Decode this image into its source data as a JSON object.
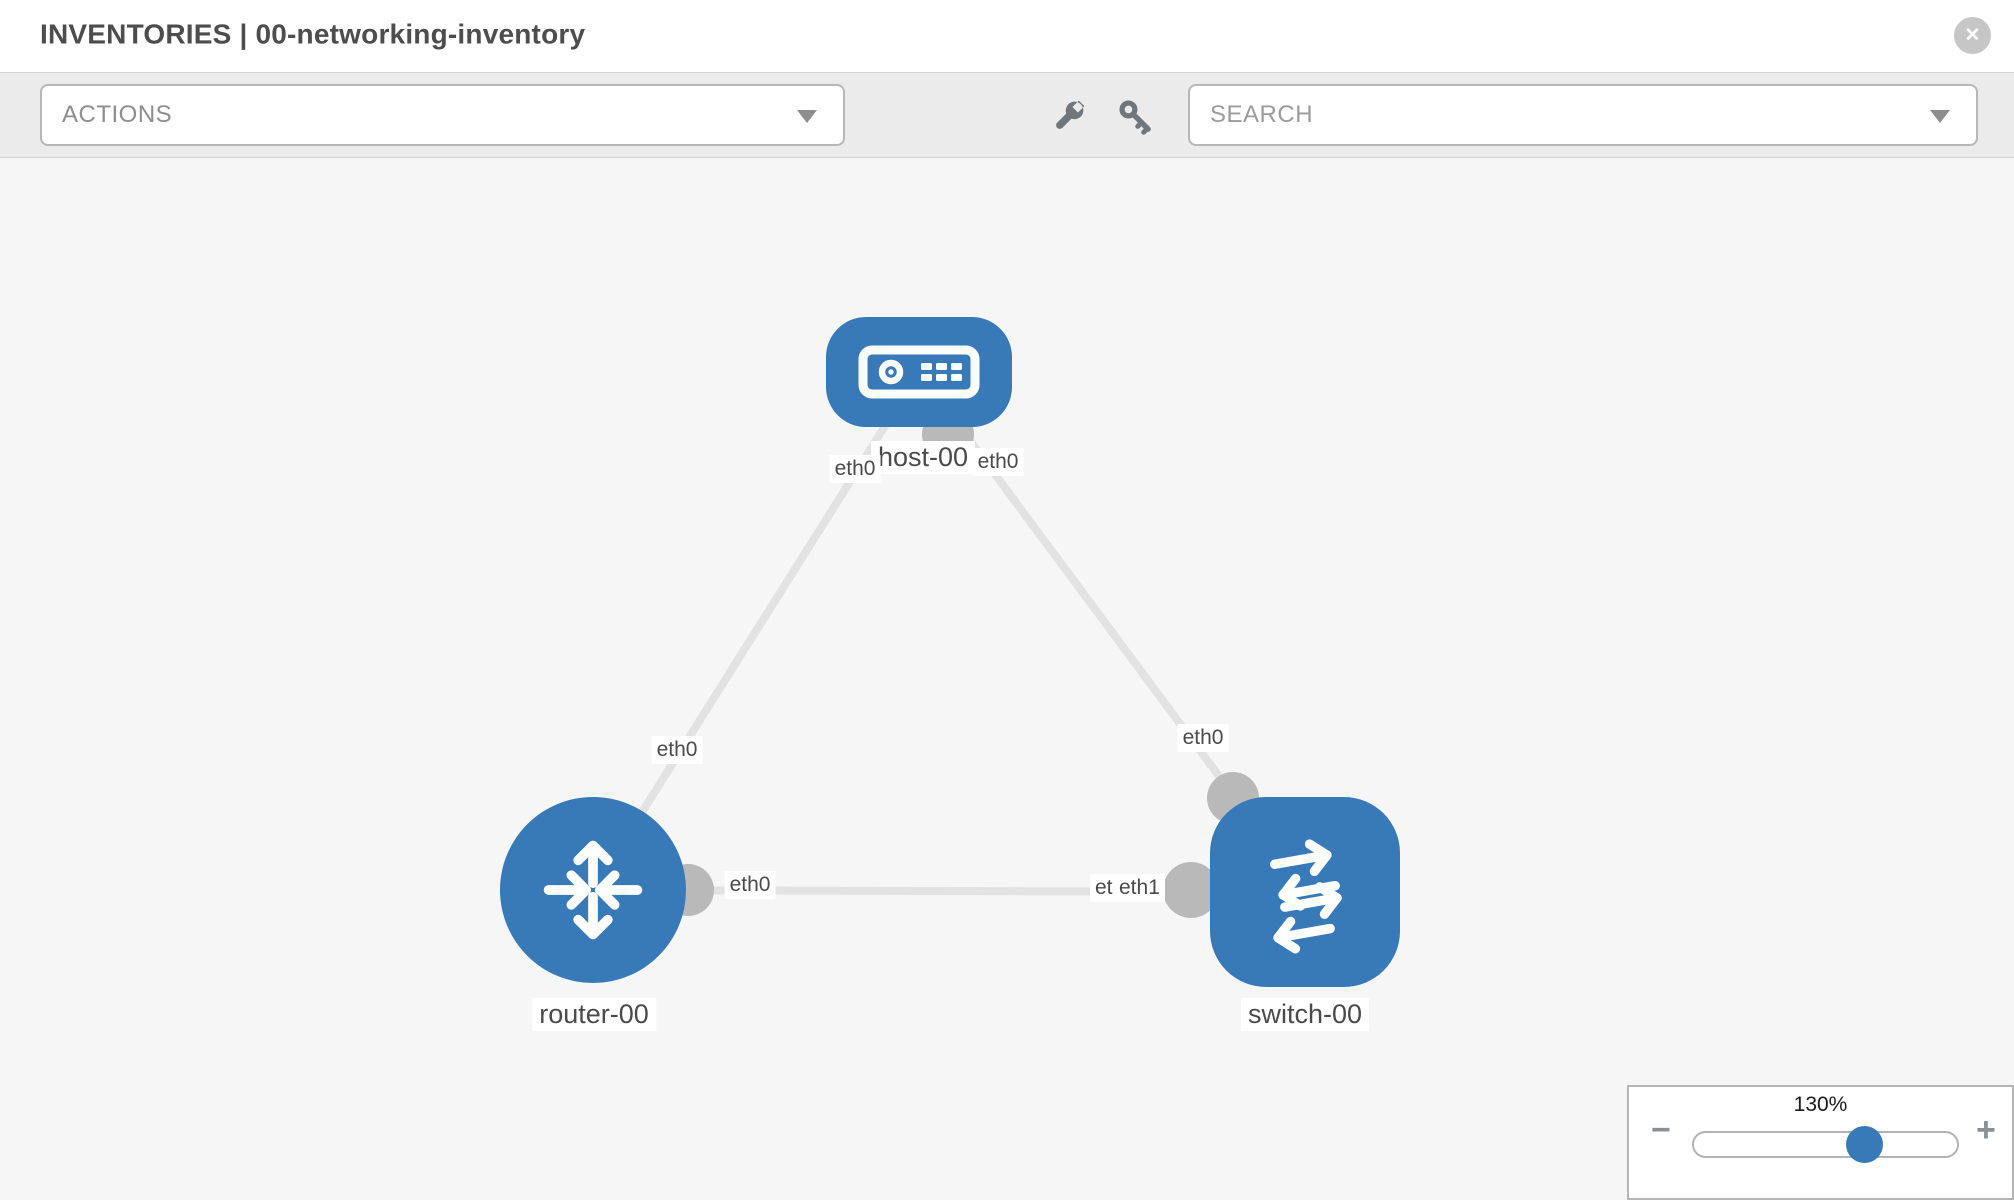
{
  "header": {
    "title": "INVENTORIES | 00-networking-inventory",
    "close_glyph": "✕",
    "close_icon": "x-circle-icon"
  },
  "toolbar": {
    "actions_label": "ACTIONS",
    "search_placeholder": "SEARCH",
    "icons": [
      "wrench-icon",
      "key-icon",
      "chevron-down-icon"
    ]
  },
  "diagram": {
    "nodes": [
      {
        "id": "host-00",
        "type": "host",
        "label": "host-00",
        "icon": "server-icon"
      },
      {
        "id": "router-00",
        "type": "router",
        "label": "router-00",
        "icon": "router-arrows-icon"
      },
      {
        "id": "switch-00",
        "type": "switch",
        "label": "switch-00",
        "icon": "switch-arrows-icon"
      }
    ],
    "links": [
      {
        "from": "host-00",
        "to": "router-00",
        "from_if": "eth0",
        "to_if": "eth0"
      },
      {
        "from": "host-00",
        "to": "switch-00",
        "from_if": "eth0",
        "to_if": "eth0"
      },
      {
        "from": "router-00",
        "to": "switch-00",
        "from_if": "eth0",
        "to_if": "eth1",
        "occluded_if": "eth0"
      }
    ]
  },
  "zoom_control": {
    "value": "130%",
    "minus_label": "−",
    "plus_label": "+"
  },
  "colors": {
    "node-blue": "#3879b7",
    "port-gray": "#b9b9b9",
    "edge-gray": "#e2e2e2",
    "label-text": "#4a4a4a"
  }
}
